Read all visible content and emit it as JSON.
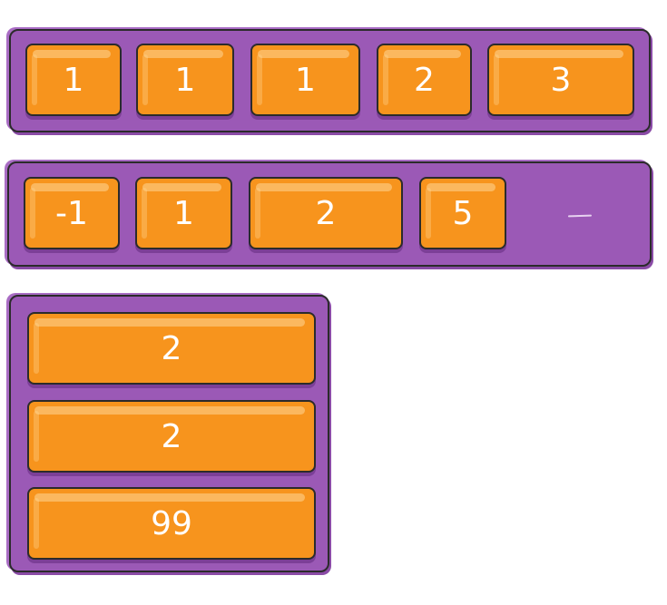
{
  "rows": [
    {
      "values": [
        "1",
        "1",
        "1",
        "2",
        "3"
      ]
    },
    {
      "values": [
        "-1",
        "1",
        "2",
        "5"
      ]
    }
  ],
  "column": {
    "values": [
      "2",
      "2",
      "99"
    ]
  },
  "colors": {
    "container": "#9b59b6",
    "item": "#f7941d",
    "border": "#2b2b2b",
    "text": "#ffffff"
  }
}
